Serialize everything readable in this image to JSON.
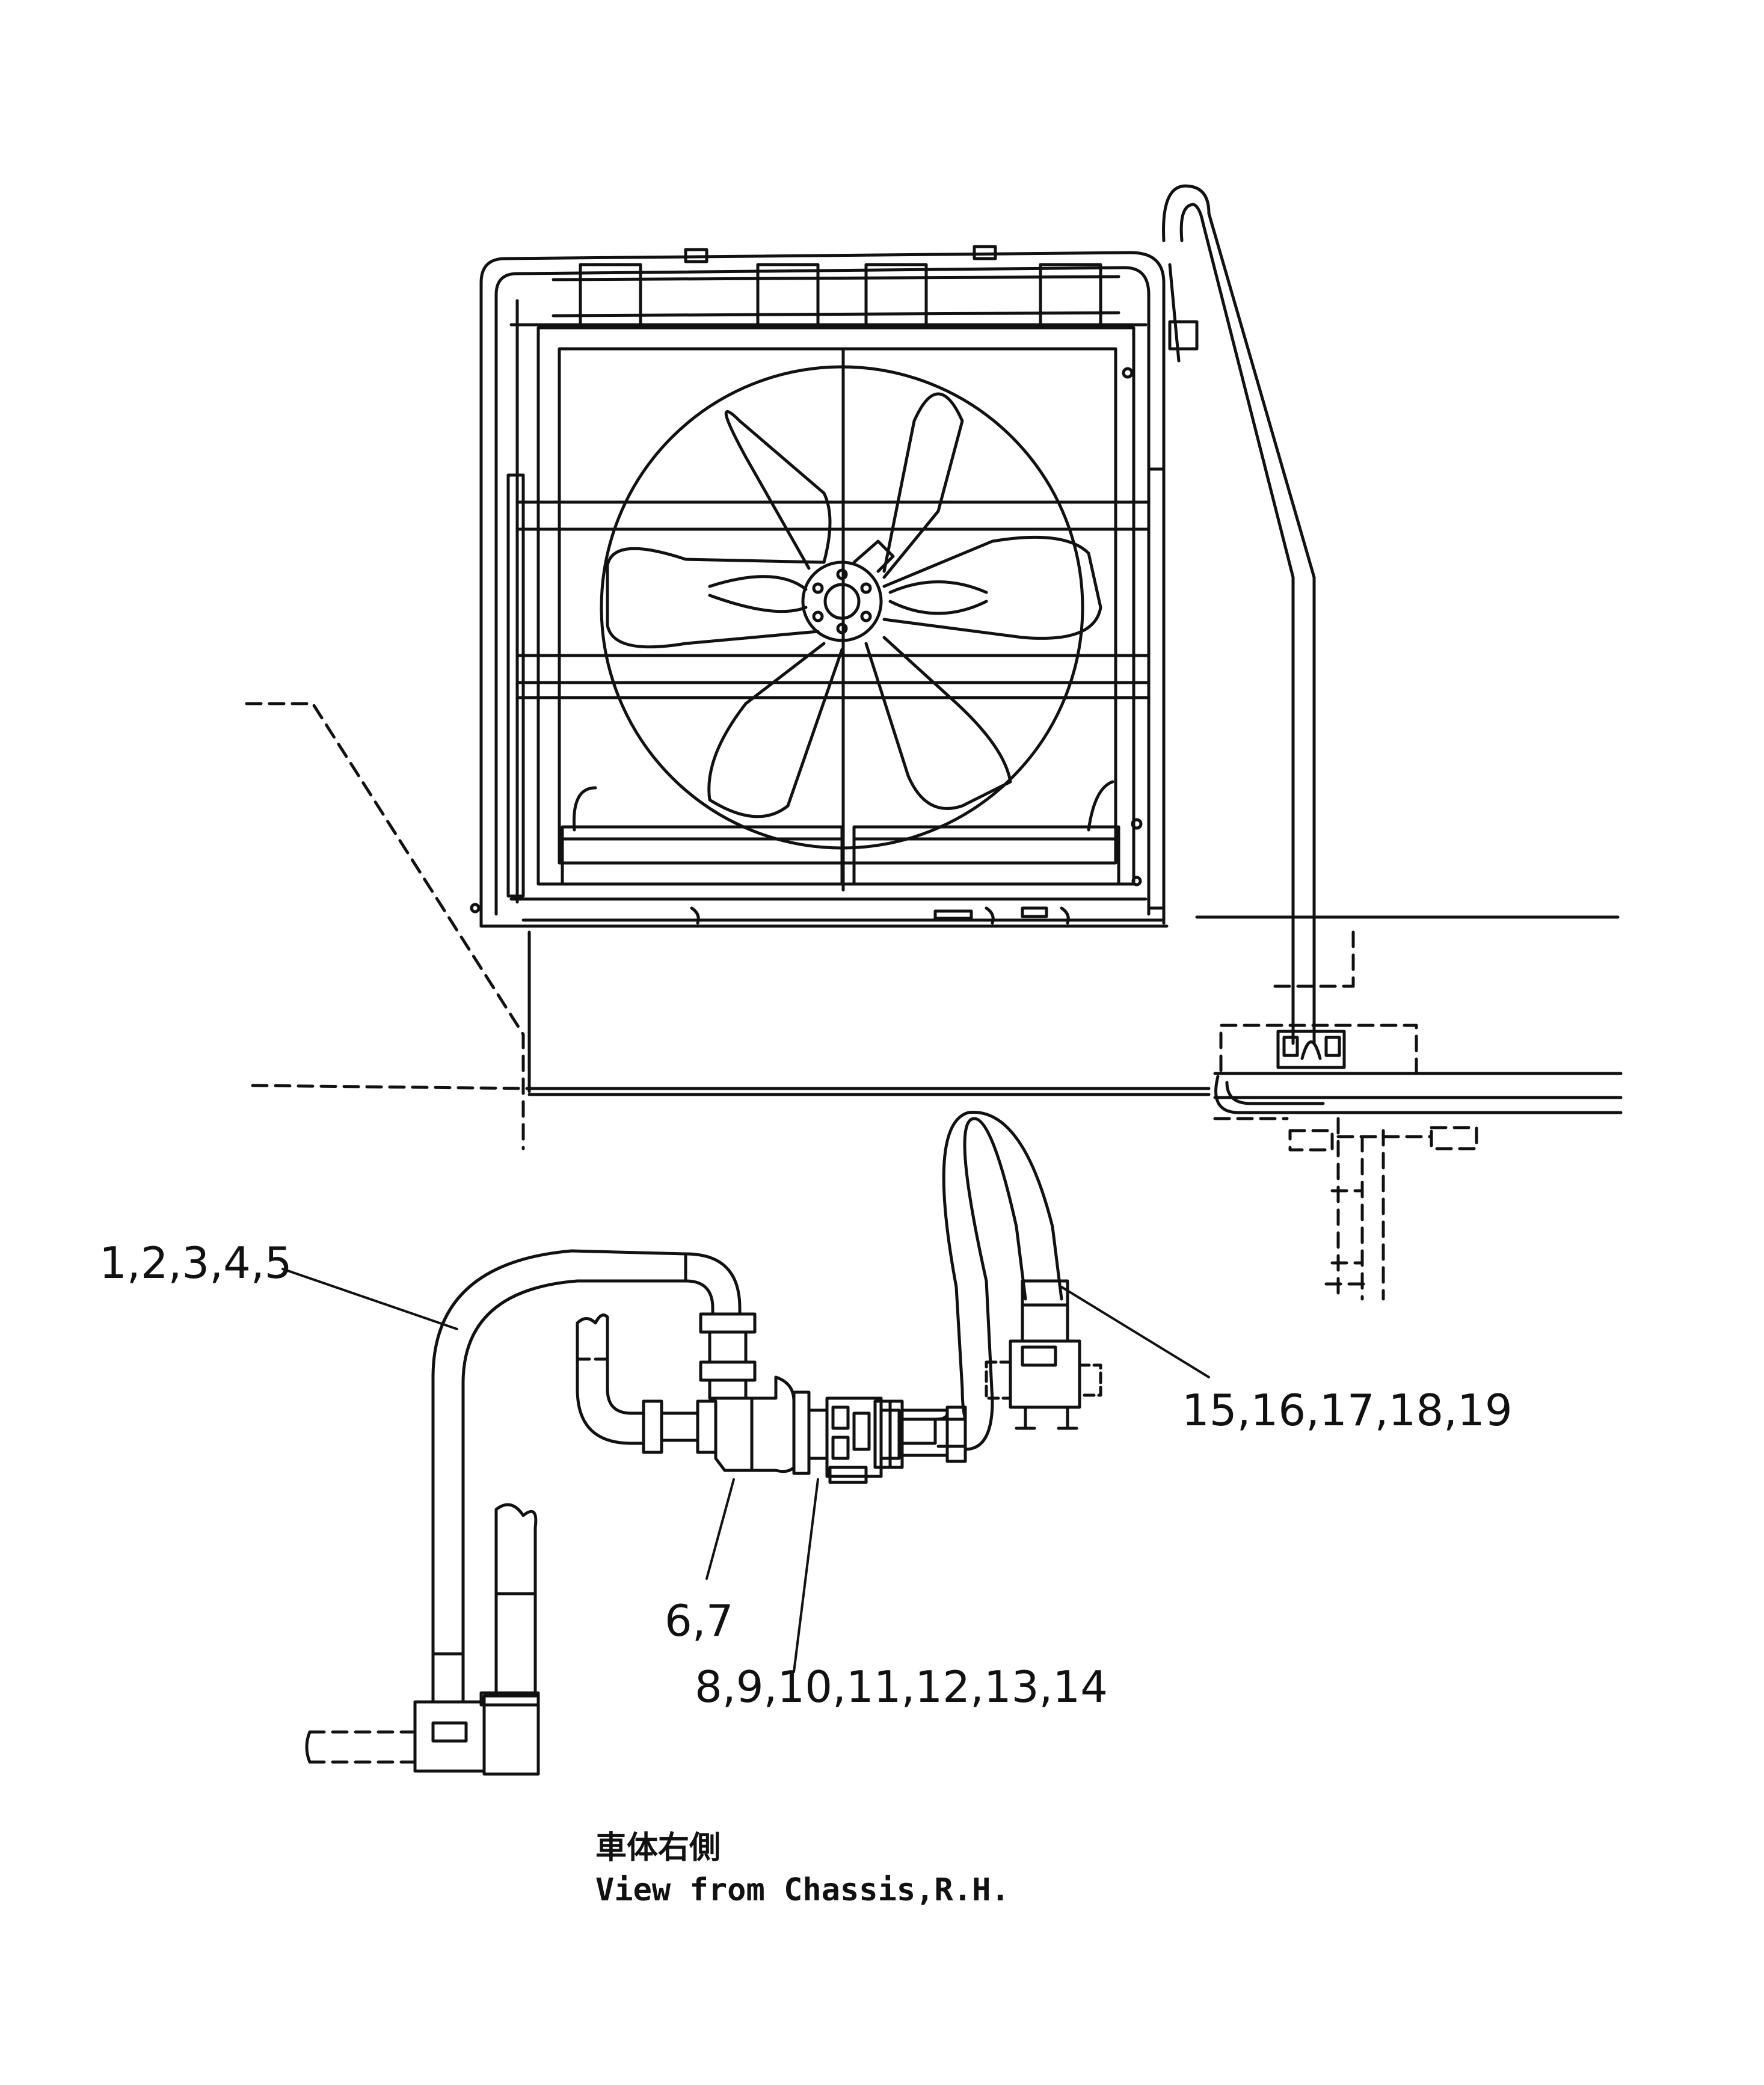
{
  "callouts": {
    "hose_left": "1,2,3,4,5",
    "hose_right": "15,16,17,18,19",
    "elbow": "6,7",
    "valve": "8,9,10,11,12,13,14"
  },
  "caption": {
    "japanese": "車体右側",
    "english": "View from Chassis,R.H."
  }
}
